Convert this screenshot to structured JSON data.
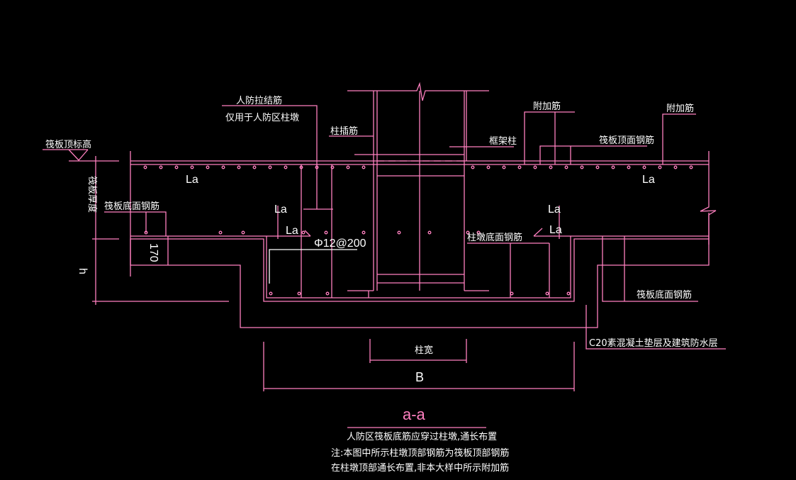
{
  "colors": {
    "background": "#000000",
    "line": "#ff80c0",
    "text": "#ffffff"
  },
  "labels": {
    "raft_top_elevation": "筏板顶标高",
    "raft_thickness": "筏板厚度",
    "civil_defense_tie_bar": "人防拉结筋",
    "civil_defense_only": "仅用于人防区柱墩",
    "column_dowel": "柱插筋",
    "frame_column": "框架柱",
    "additional_bar_1": "附加筋",
    "additional_bar_2": "附加筋",
    "raft_top_rebar": "筏板顶面钢筋",
    "raft_bottom_rebar_left": "筏板底面钢筋",
    "raft_bottom_rebar_right": "筏板底面钢筋",
    "pier_bottom_rebar": "柱墩底面钢筋",
    "rebar_spec": "Φ12@200",
    "dim_170": "170",
    "dim_h": "h",
    "column_width": "柱宽",
    "dim_B": "B",
    "cushion": "C20素混凝土垫层及建筑防水层",
    "la": "La"
  },
  "section_title": "a-a",
  "notes": [
    "人防区筏板底筋应穿过柱墩,通长布置",
    "注:本图中所示柱墩顶部钢筋为筏板顶部钢筋",
    "在柱墩顶部通长布置,非本大样中所示附加筋"
  ]
}
